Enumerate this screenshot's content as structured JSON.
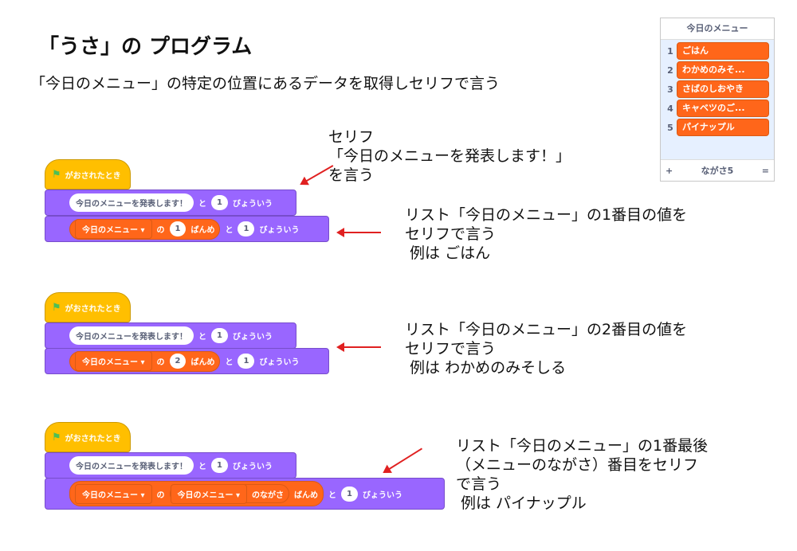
{
  "title": "「うさ」の プログラム",
  "subtitle": "「今日のメニュー」の特定の位置にあるデータを取得しセリフで言う",
  "list_monitor": {
    "title": "今日のメニュー",
    "items": [
      {
        "index": "1",
        "value": "ごはん"
      },
      {
        "index": "2",
        "value": "わかめのみそ..."
      },
      {
        "index": "3",
        "value": "さばのしおやき"
      },
      {
        "index": "4",
        "value": "キャベツのご..."
      },
      {
        "index": "5",
        "value": "パイナップル"
      }
    ],
    "add": "+",
    "length": "ながさ5",
    "resize": "="
  },
  "blocks": {
    "hat": "がおされたとき",
    "say_text": "今日のメニューを発表します！",
    "to": "と",
    "secs": "1",
    "say_suffix": "びょういう",
    "list_name": "今日のメニュー",
    "of": "の",
    "item_suffix": "ばんめ",
    "length_label": "のながさ",
    "item1": "1",
    "item2": "2"
  },
  "notes": {
    "n1": "セリフ\n「今日のメニューを発表します！」\nを言う",
    "n2": "リスト「今日のメニュー」の1番目の値を\nセリフで言う\n 例は ごはん",
    "n3": "リスト「今日のメニュー」の2番目の値を\nセリフで言う\n 例は わかめのみそしる",
    "n4": "リスト「今日のメニュー」の1番最後\n（メニューのながさ）番目をセリフ\nで言う\n 例は パイナップル"
  }
}
